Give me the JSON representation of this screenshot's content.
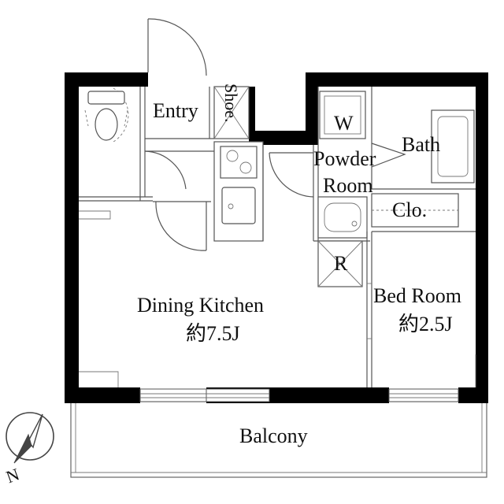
{
  "rooms": {
    "entry": "Entry",
    "shoe": "Shoe.",
    "washer": "W",
    "bath": "Bath",
    "powder_line1": "Powder",
    "powder_line2": "Room",
    "closet": "Clo.",
    "refrigerator": "R",
    "bedroom_name": "Bed Room",
    "bedroom_area": "約2.5J",
    "dining_name": "Dining Kitchen",
    "dining_area": "約7.5J",
    "balcony": "Balcony"
  },
  "compass": {
    "north_label": "N"
  },
  "colors": {
    "wall": "#000000",
    "line": "#555555",
    "background": "#ffffff"
  }
}
